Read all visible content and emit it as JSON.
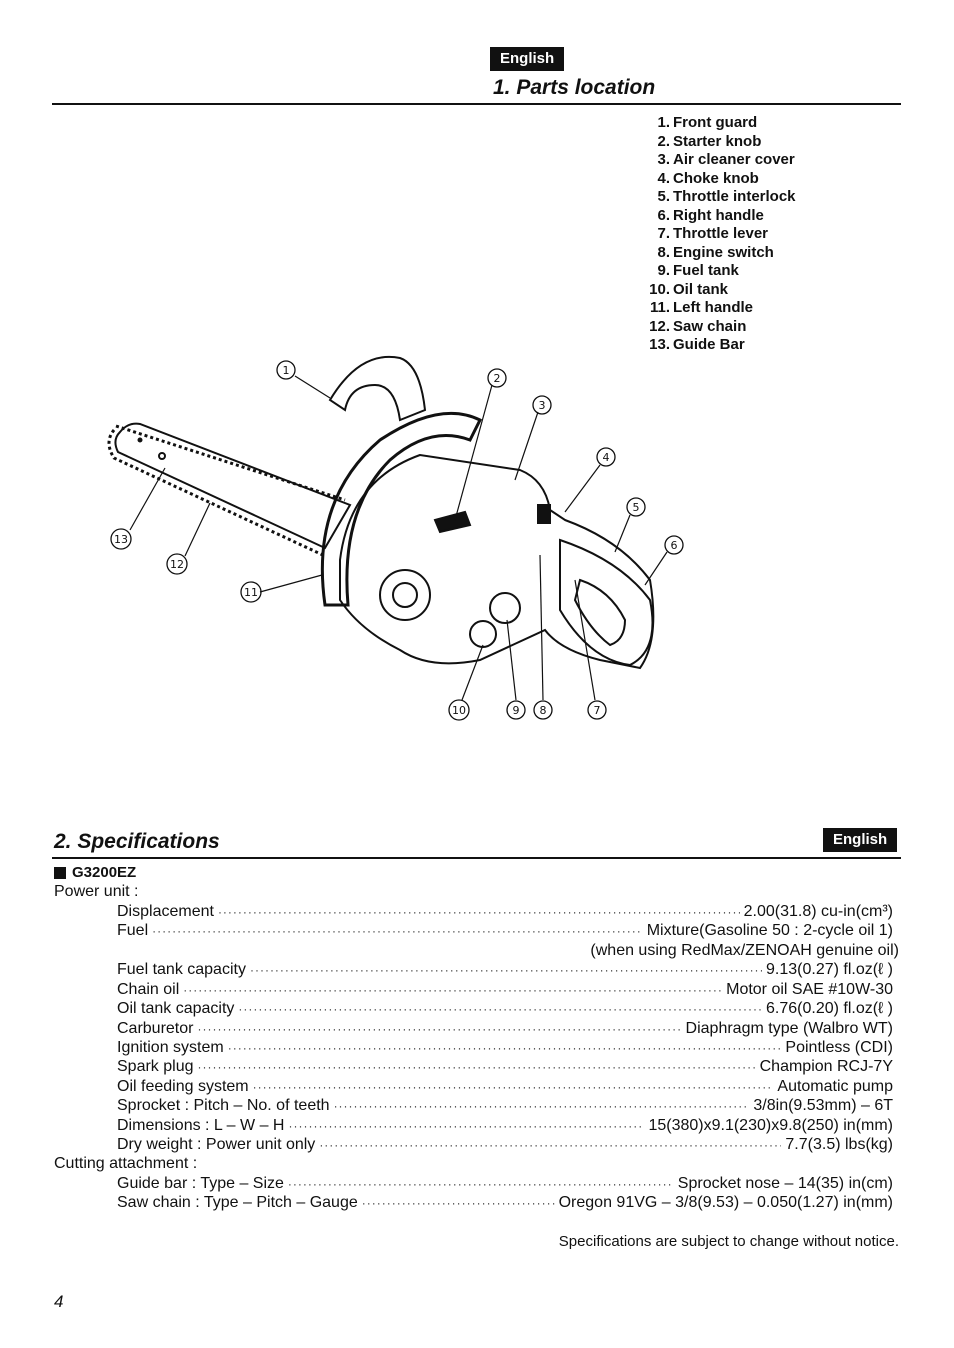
{
  "header": {
    "language_badge": "English",
    "section1_title": "1. Parts location"
  },
  "parts": [
    {
      "num": "1.",
      "label": "Front guard"
    },
    {
      "num": "2.",
      "label": "Starter knob"
    },
    {
      "num": "3.",
      "label": "Air cleaner cover"
    },
    {
      "num": "4.",
      "label": "Choke knob"
    },
    {
      "num": "5.",
      "label": "Throttle interlock"
    },
    {
      "num": "6.",
      "label": "Right handle"
    },
    {
      "num": "7.",
      "label": "Throttle lever"
    },
    {
      "num": "8.",
      "label": "Engine switch"
    },
    {
      "num": "9.",
      "label": "Fuel tank"
    },
    {
      "num": "10.",
      "label": "Oil tank"
    },
    {
      "num": "11.",
      "label": "Left handle"
    },
    {
      "num": "12.",
      "label": "Saw chain"
    },
    {
      "num": "13.",
      "label": "Guide Bar"
    }
  ],
  "callouts": [
    "1",
    "2",
    "3",
    "4",
    "5",
    "6",
    "7",
    "8",
    "9",
    "10",
    "11",
    "12",
    "13"
  ],
  "specs": {
    "section2_title": "2. Specifications",
    "language_badge": "English",
    "model": "G3200EZ",
    "power_unit_label": "Power unit :",
    "power_unit": [
      {
        "label": "Displacement",
        "value": "2.00(31.8) cu-in(cm³)"
      },
      {
        "label": "Fuel",
        "value": "Mixture(Gasoline 50 : 2-cycle oil 1)"
      },
      {
        "label": "",
        "value": "(when using RedMax/ZENOAH genuine oil)"
      },
      {
        "label": "Fuel tank capacity",
        "value": "9.13(0.27) fl.oz(ℓ )"
      },
      {
        "label": "Chain oil",
        "value": "Motor oil SAE #10W-30"
      },
      {
        "label": "Oil tank capacity",
        "value": "6.76(0.20) fl.oz(ℓ )"
      },
      {
        "label": "Carburetor",
        "value": "Diaphragm type (Walbro WT)"
      },
      {
        "label": "Ignition system",
        "value": "Pointless (CDI)"
      },
      {
        "label": "Spark plug",
        "value": "Champion RCJ-7Y"
      },
      {
        "label": "Oil feeding system",
        "value": "Automatic pump"
      },
      {
        "label": "Sprocket : Pitch – No. of teeth",
        "value": "3/8in(9.53mm) – 6T"
      },
      {
        "label": "Dimensions : L – W – H",
        "value": "15(380)x9.1(230)x9.8(250) in(mm)"
      },
      {
        "label": "Dry weight : Power unit only",
        "value": "7.7(3.5) lbs(kg)"
      }
    ],
    "cutting_label": "Cutting attachment :",
    "cutting": [
      {
        "label": "Guide bar : Type – Size",
        "value": "Sprocket nose – 14(35) in(cm)"
      },
      {
        "label": "Saw chain : Type – Pitch – Gauge",
        "value": "Oregon 91VG – 3/8(9.53) – 0.050(1.27) in(mm)"
      }
    ],
    "note": "Specifications are subject to change without notice."
  },
  "page_number": "4"
}
